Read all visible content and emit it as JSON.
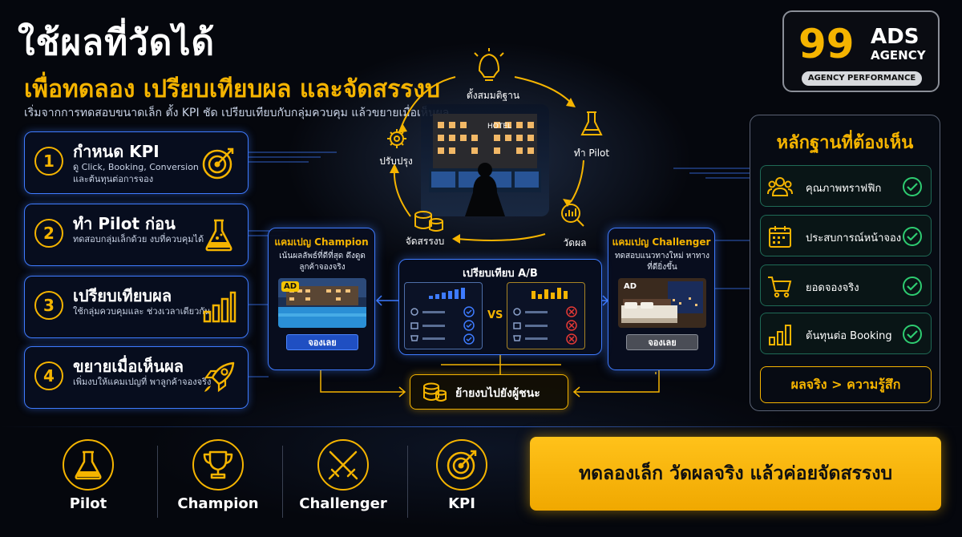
{
  "header": {
    "title_line1": "ใช้ผลที่วัดได้",
    "title_line2": "เพื่อทดลอง เปรียบเทียบผล และจัดสรรงบ",
    "subtitle": "เริ่มจากการทดสอบขนาดเล็ก ตั้ง KPI ชัด เปรียบเทียบกับกลุ่มควบคุม แล้วขยายเมื่อเห็นผล"
  },
  "logo": {
    "number": "99",
    "name": "ADS",
    "sub": "AGENCY",
    "tagline": "AGENCY PERFORMANCE"
  },
  "steps": [
    {
      "num": "1",
      "title": "กำหนด KPI",
      "desc": "ดู Click, Booking, Conversion และต้นทุนต่อการจอง",
      "icon": "target-icon"
    },
    {
      "num": "2",
      "title": "ทำ Pilot ก่อน",
      "desc": "ทดสอบกลุ่มเล็กด้วย งบที่ควบคุมได้",
      "icon": "flask-icon"
    },
    {
      "num": "3",
      "title": "เปรียบเทียบผล",
      "desc": "ใช้กลุ่มควบคุมและ ช่วงเวลาเดียวกัน",
      "icon": "bar-chart-icon"
    },
    {
      "num": "4",
      "title": "ขยายเมื่อเห็นผล",
      "desc": "เพิ่มงบให้แคมเปญที่ พาลูกค้าจองจริง",
      "icon": "rocket-icon"
    }
  ],
  "cycle": {
    "top": "ตั้งสมมติฐาน",
    "right_top": "ทำ Pilot",
    "right_bottom": "วัดผล",
    "bottom": "จัดสรรงบ",
    "left": "ปรับปรุง",
    "hotel_sign": "HOTEL"
  },
  "champion": {
    "title": "แคมเปญ Champion",
    "desc": "เน้นผลลัพธ์ที่ดีที่สุด ดึงดูดลูกค้าจองจริง",
    "badge": "AD",
    "button": "จองเลย"
  },
  "challenger": {
    "title": "แคมเปญ Challenger",
    "desc": "ทดสอบแนวทางใหม่ หาทางที่ดียิ่งขึ้น",
    "badge": "AD",
    "button": "จองเลย"
  },
  "ab_test": {
    "title": "เปรียบเทียบ A/B",
    "vs": "VS"
  },
  "move_budget": {
    "label": "ย้ายงบไปยังผู้ชนะ"
  },
  "evidence": {
    "title": "หลักฐานที่ต้องเห็น",
    "items": [
      {
        "label": "คุณภาพทราฟฟิก",
        "icon": "users-icon"
      },
      {
        "label": "ประสบการณ์หน้าจอง",
        "icon": "calendar-icon"
      },
      {
        "label": "ยอดจองจริง",
        "icon": "cart-icon"
      },
      {
        "label": "ต้นทุนต่อ Booking",
        "icon": "bar-chart-icon"
      }
    ],
    "result": "ผลจริง > ความรู้สึก"
  },
  "bottom": {
    "items": [
      {
        "label": "Pilot",
        "icon": "flask-icon"
      },
      {
        "label": "Champion",
        "icon": "trophy-icon"
      },
      {
        "label": "Challenger",
        "icon": "crossed-swords-icon"
      },
      {
        "label": "KPI",
        "icon": "target-icon"
      }
    ],
    "cta": "ทดลองเล็ก วัดผลจริง แล้วค่อยจัดสรรงบ"
  },
  "colors": {
    "accent": "#f5b400",
    "blue": "#3e7bff",
    "success": "#2ecc71",
    "danger": "#e53935",
    "background": "#05070d"
  }
}
